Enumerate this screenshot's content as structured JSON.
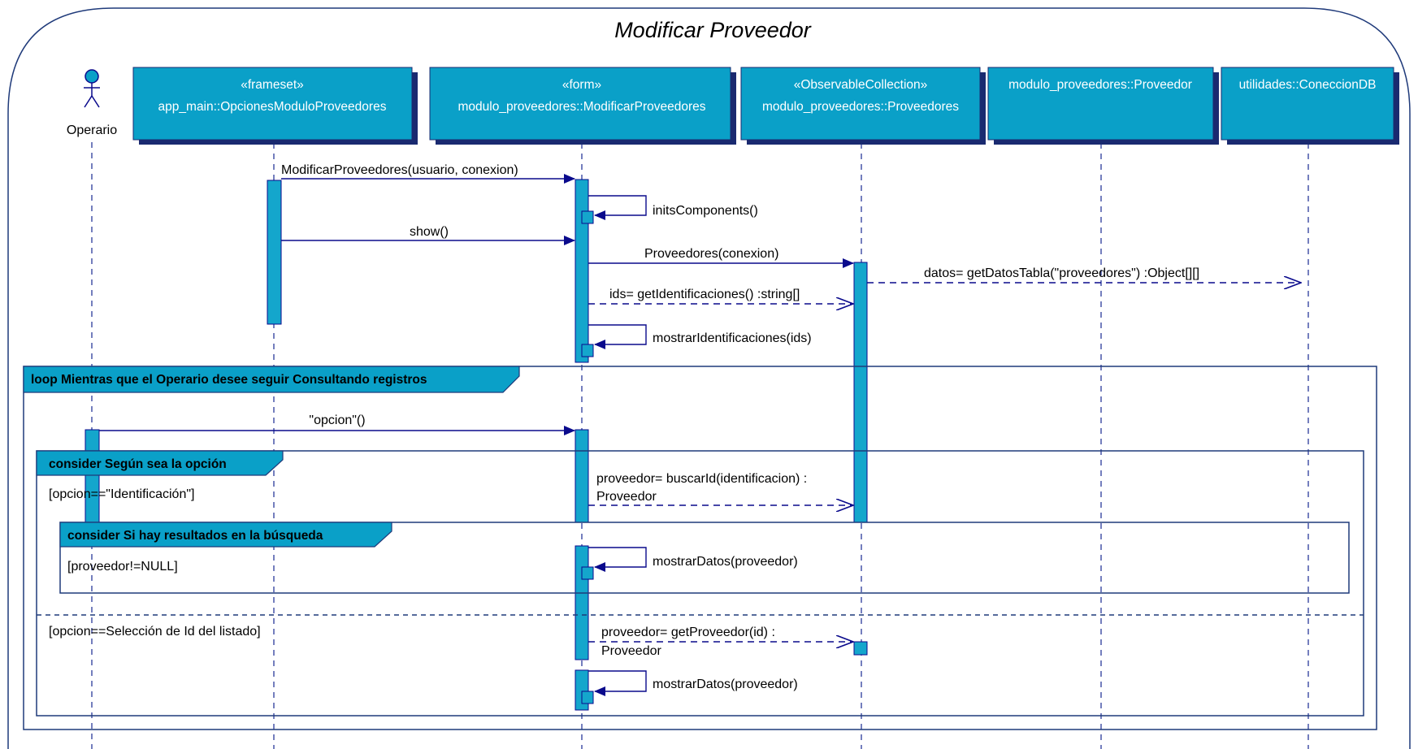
{
  "diagram": {
    "title": "Modificar Proveedor",
    "colors": {
      "frame": "#1f3a7a",
      "box_fill": "#0aa0c8",
      "box_shadow": "#1a2a70",
      "activation_fill": "#14a6cc",
      "message": "#0a0a8c",
      "fragment_label": "#0aa0c8",
      "lifeline": "#2a3a9a"
    },
    "actor": {
      "name": "Operario"
    },
    "lifelines": [
      {
        "stereotype": "«frameset»",
        "name": "app_main::OpcionesModuloProveedores"
      },
      {
        "stereotype": "«form»",
        "name": "modulo_proveedores::ModificarProveedores"
      },
      {
        "stereotype": "«ObservableCollection»",
        "name": "modulo_proveedores::Proveedores"
      },
      {
        "stereotype": "",
        "name": "modulo_proveedores::Proveedor"
      },
      {
        "stereotype": "",
        "name": "utilidades::ConeccionDB"
      }
    ],
    "messages": [
      "ModificarProveedores(usuario, conexion)",
      "initsComponents()",
      "show()",
      "Proveedores(conexion)",
      "datos= getDatosTabla(\"proveedores\") :Object[][]",
      "ids= getIdentificaciones() :string[]",
      "mostrarIdentificaciones(ids)",
      "\"opcion\"()",
      "proveedor= buscarId(identificacion) :",
      "Proveedor",
      "mostrarDatos(proveedor)",
      "proveedor= getProveedor(id) :",
      "Proveedor",
      "mostrarDatos(proveedor)"
    ],
    "fragments": {
      "loop": "loop Mientras que el Operario desee seguir Consultando registros",
      "consider_outer": "consider Según sea la opción",
      "guard_1": "[opcion==\"Identificación\"]",
      "consider_inner": "consider Si hay resultados en la búsqueda",
      "guard_inner": "[proveedor!=NULL]",
      "guard_2": "[opcion==Selección de Id del listado]"
    }
  }
}
